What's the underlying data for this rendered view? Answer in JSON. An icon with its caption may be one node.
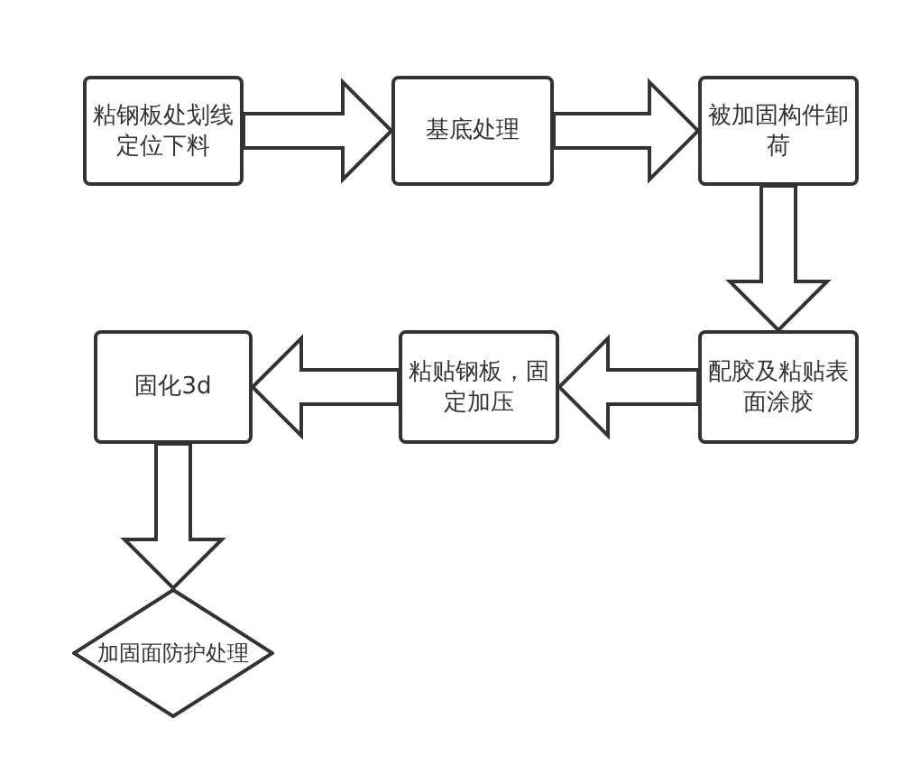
{
  "diagram": {
    "nodes": [
      {
        "text": [
          "粘钢板处划线定位下料"
        ]
      },
      {
        "text": [
          "基底处理"
        ]
      },
      {
        "text": [
          "被加固构件卸荷"
        ]
      },
      {
        "text": [
          "配胶及粘贴表面涂胶"
        ]
      },
      {
        "text": [
          "粘贴钢板，固定加压"
        ]
      },
      {
        "text": [
          "固化3d"
        ]
      },
      {
        "text": [
          "加固面防护处理"
        ]
      }
    ],
    "edges": [
      {
        "from": 0,
        "to": 1,
        "arrow": "to"
      },
      {
        "from": 1,
        "to": 2,
        "arrow": "to"
      },
      {
        "from": 2,
        "to": 3,
        "arrow": "to"
      },
      {
        "from": 3,
        "to": 4,
        "arrow": "to"
      },
      {
        "from": 4,
        "to": 5,
        "arrow": "to"
      },
      {
        "from": 5,
        "to": 6,
        "arrow": "to"
      }
    ]
  }
}
